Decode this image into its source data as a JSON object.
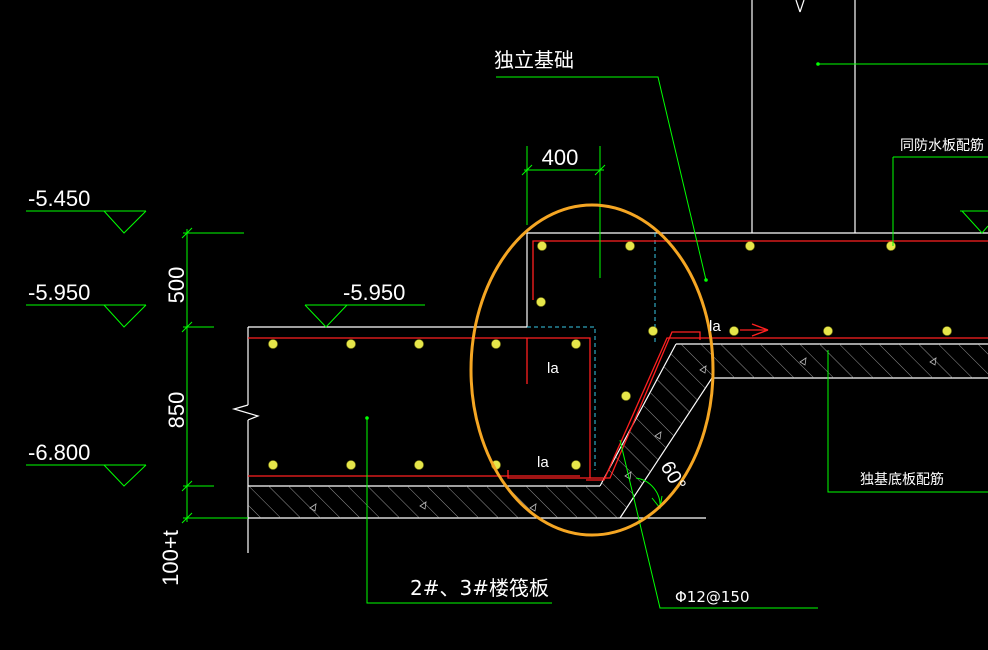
{
  "labels": {
    "foundation_title": "独立基础",
    "waterproof_note": "同防水板配筋",
    "isolated_bottom_note": "独基底板配筋",
    "raft_label": "2#、3#楼筏板",
    "rebar_spec": "Φ12@150",
    "dim_top_width": "400",
    "dim_500": "500",
    "dim_850": "850",
    "dim_100t": "100+t",
    "elev_1": "-5.450",
    "elev_2": "-5.950",
    "elev_3": "-6.800",
    "elev_mid": "-5.950",
    "angle": "60°",
    "anchor_1": "la",
    "anchor_2": "la",
    "anchor_3": "la"
  },
  "colors": {
    "background": "#000000",
    "dimension": "#00ff00",
    "outline": "#ffffff",
    "rebar": "#ff2020",
    "rebar_dot": "#e6e64a",
    "highlight": "#f5a623",
    "hidden": "#39c7e6"
  }
}
